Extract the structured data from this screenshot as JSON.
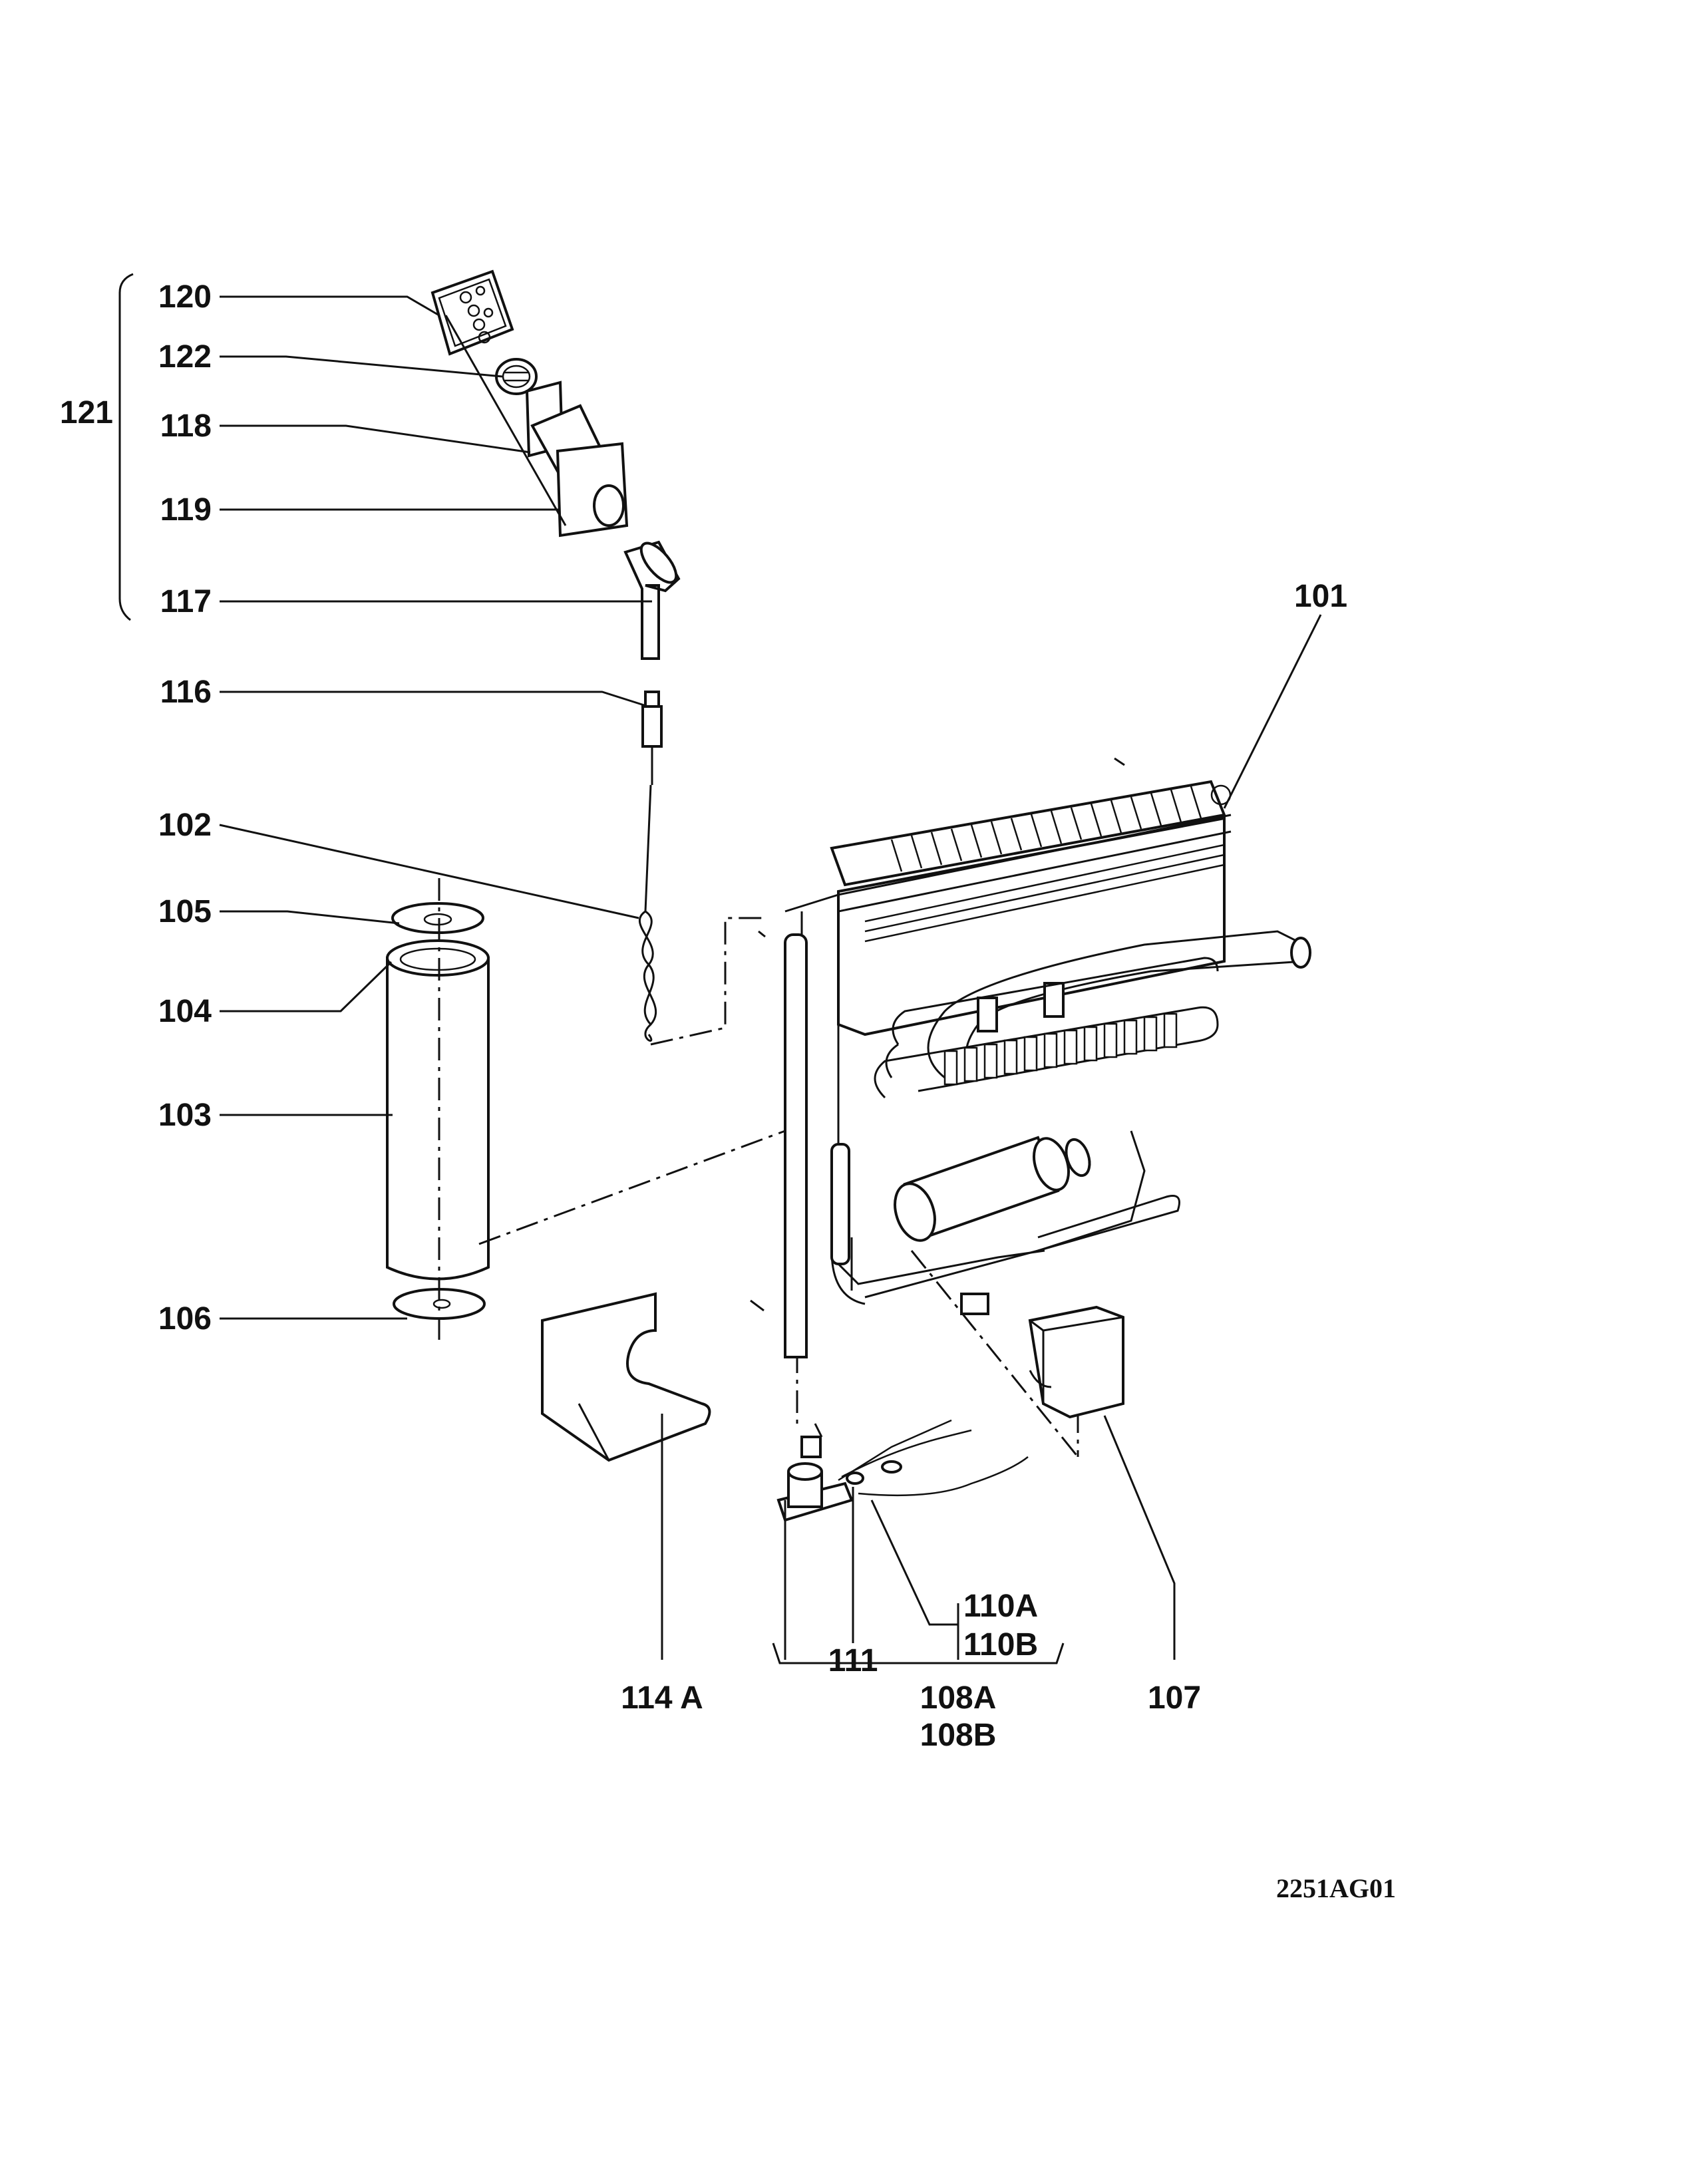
{
  "labels": {
    "p120": "120",
    "p122": "122",
    "p121": "121",
    "p118": "118",
    "p119": "119",
    "p117": "117",
    "p116": "116",
    "p101": "101",
    "p102": "102",
    "p105": "105",
    "p104": "104",
    "p103": "103",
    "p106": "106",
    "p110a": "110A",
    "p110b": "110B",
    "p111": "111",
    "p114a": "114 A",
    "p108a": "108A",
    "p108b": "108B",
    "p107": "107"
  },
  "drawing_code": "2251AG01"
}
